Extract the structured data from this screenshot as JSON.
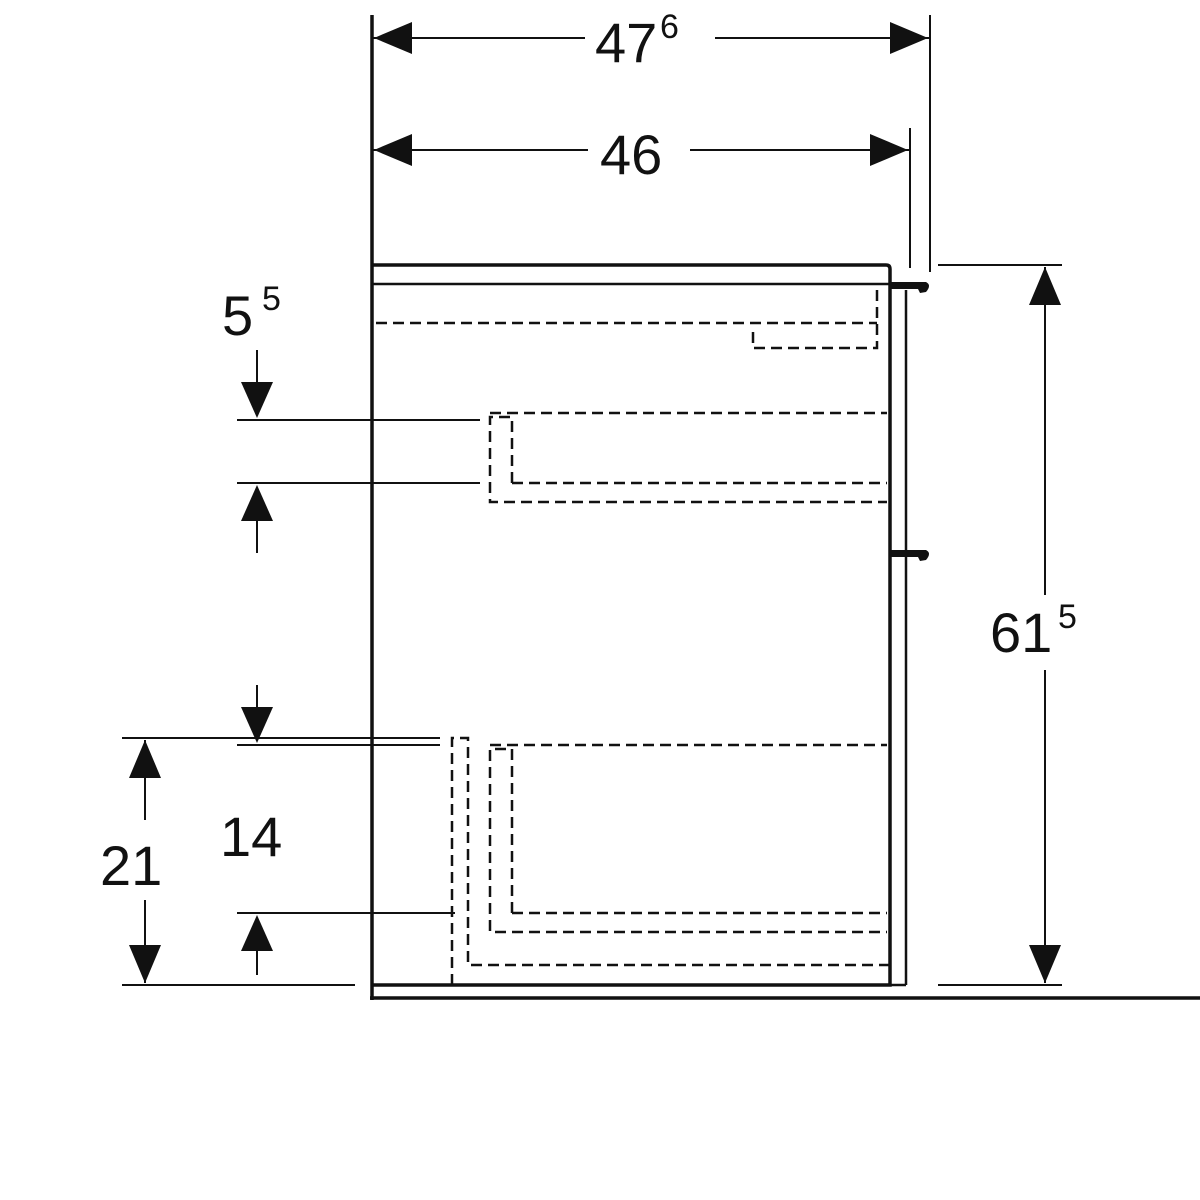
{
  "dimensions": {
    "overall_width": {
      "main": "47",
      "sup": "6"
    },
    "body_width": {
      "main": "46"
    },
    "height": {
      "main": "61",
      "sup": "5"
    },
    "top_drawer_offset": {
      "main": "5",
      "sup": "5"
    },
    "lower_drawer_gap": {
      "main": "14"
    },
    "bottom_height": {
      "main": "21"
    }
  },
  "colors": {
    "line": "#111111",
    "background": "#ffffff"
  }
}
